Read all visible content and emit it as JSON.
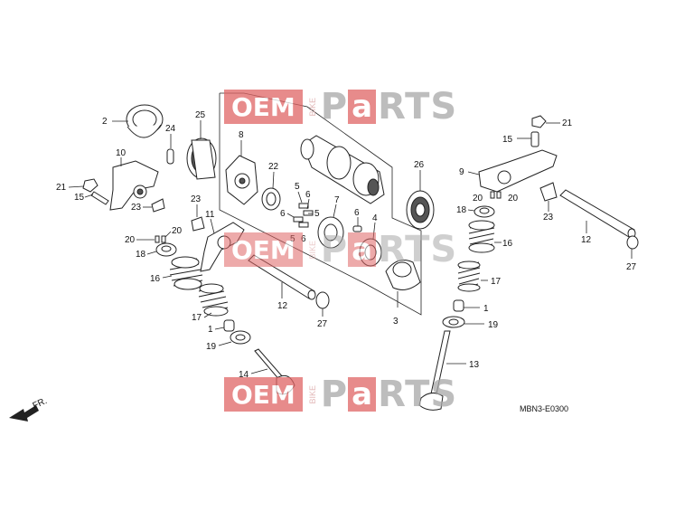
{
  "diagram": {
    "diagram_code": "MBN3-E0300",
    "front_label": "FR.",
    "callouts": {
      "c2": "2",
      "c25": "25",
      "c24": "24",
      "c8": "8",
      "c22": "22",
      "c26": "26",
      "c10": "10",
      "c21_left": "21",
      "c15_left": "15",
      "c23_left": "23",
      "c23_mid": "23",
      "c11": "11",
      "c20_left_a": "20",
      "c20_left_b": "20",
      "c18_left": "18",
      "c16_left": "16",
      "c17_left": "17",
      "c1_left": "1",
      "c19_left": "19",
      "c14": "14",
      "c12_left": "12",
      "c27_left": "27",
      "c5_a": "5",
      "c6_a": "6",
      "c6_b": "6",
      "c5_b": "5",
      "c5_c": "5",
      "c6_c": "6",
      "c7": "7",
      "c6_d": "6",
      "c4": "4",
      "c3": "3",
      "c21_right": "21",
      "c15_right": "15",
      "c9": "9",
      "c20_right_a": "20",
      "c20_right_b": "20",
      "c23_right": "23",
      "c18_right": "18",
      "c16_right": "16",
      "c17_right": "17",
      "c1_right": "1",
      "c19_right": "19",
      "c13": "13",
      "c12_right": "12",
      "c27_right": "27"
    }
  },
  "watermark": {
    "word1": "OEM",
    "word2": "BIKE",
    "word3_a": "P",
    "word3_b": "a",
    "word3_c": "RTS",
    "color_red": "#e05a5a",
    "color_grey": "#9a9a9a"
  }
}
